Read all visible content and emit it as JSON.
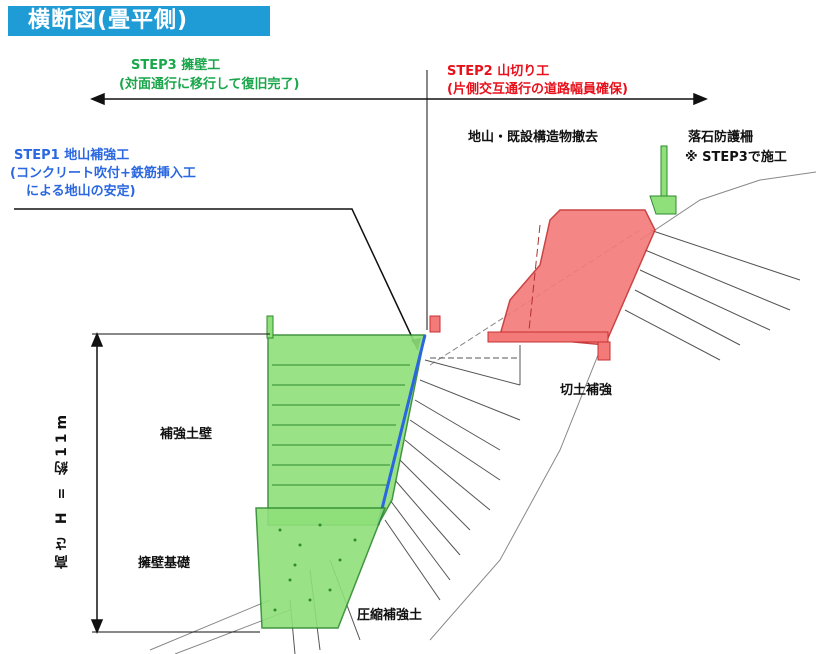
{
  "title": "横断図(畳平側)",
  "step3": {
    "line1": "STEP3 擁壁工",
    "line2": "(対面通行に移行して復旧完了)"
  },
  "step2": {
    "line1": "STEP2 山切り工",
    "line2": "(片側交互通行の道路幅員確保)"
  },
  "step1": {
    "line1": "STEP1 地山補強工",
    "line2": "(コンクリート吹付+鉄筋挿入工",
    "line3": "による地山の安定)"
  },
  "labels": {
    "removal": "地山・既設構造物撤去",
    "rockfall1": "落石防護柵",
    "rockfall2": "※ STEP3で施工",
    "reinforced_wall": "補強土壁",
    "retaining_base": "擁壁基礎",
    "cut_reinforce": "切土補強",
    "compression": "圧縮補強土",
    "height": "高さ H = 約11m"
  },
  "colors": {
    "title_bg": "#1f9bd6",
    "green": "#1aa64a",
    "red": "#e8101a",
    "blue": "#2a67e0",
    "green_fill": "#8fe07a",
    "red_fill": "#f47a7a"
  }
}
